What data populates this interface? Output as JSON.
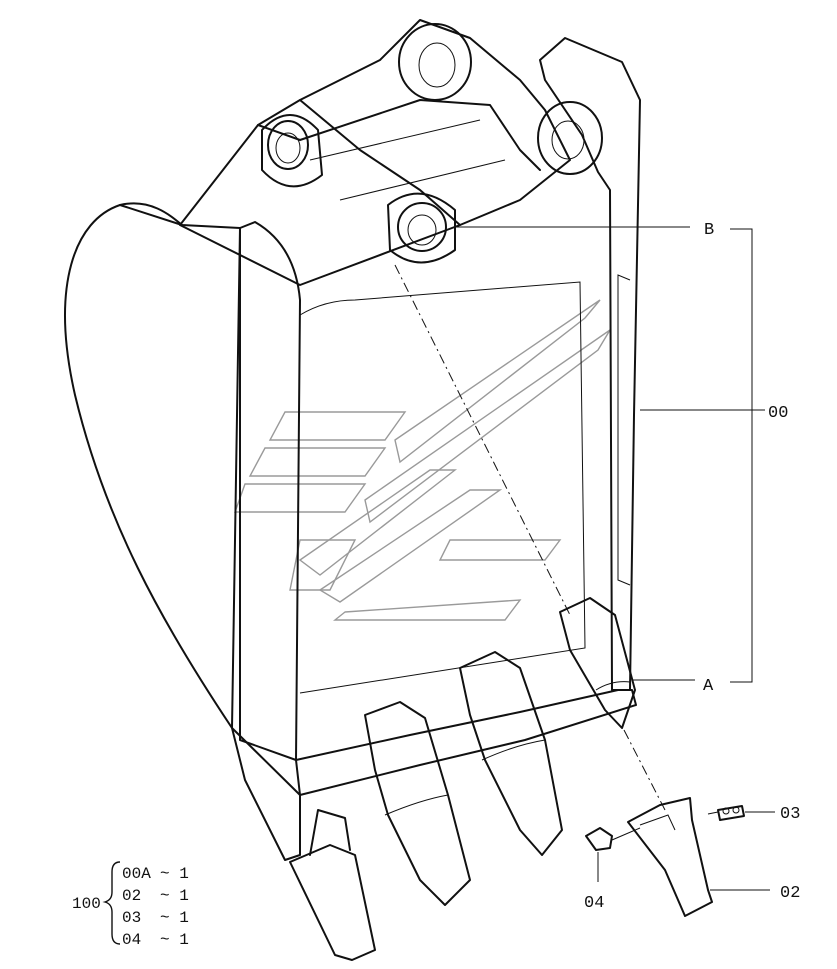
{
  "callouts": {
    "B": "B",
    "A": "A",
    "assembly": "00",
    "pin": "03",
    "tooth": "02",
    "lock": "04"
  },
  "parts_list": {
    "assembly_no": "100",
    "rows": [
      {
        "part": "00A",
        "qty": "~ 1"
      },
      {
        "part": "02",
        "qty": "~ 1"
      },
      {
        "part": "03",
        "qty": "~ 1"
      },
      {
        "part": "04",
        "qty": "~ 1"
      }
    ]
  }
}
